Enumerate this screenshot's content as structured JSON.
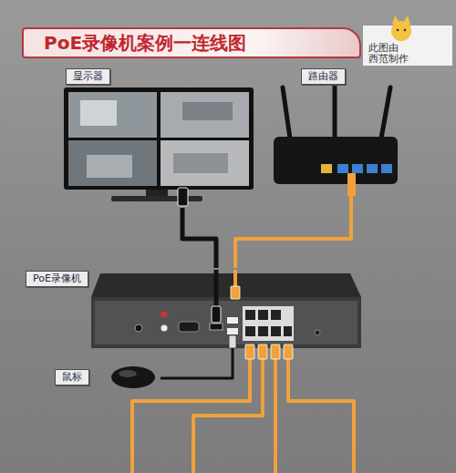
{
  "diagram": {
    "title": "PoE录像机案例一连线图",
    "nodes": [
      {
        "text": [
          "显示器"
        ]
      },
      {
        "text": [
          "路由器"
        ]
      },
      {
        "text": [
          "PoE录像机"
        ]
      },
      {
        "text": [
          "鼠标"
        ]
      }
    ],
    "edges": [
      {
        "from": 0,
        "to": 2,
        "arrow": "none"
      },
      {
        "from": 1,
        "to": 2,
        "arrow": "none"
      },
      {
        "from": 3,
        "to": 2,
        "arrow": "none"
      }
    ],
    "labels": [
      "此图由",
      "西范制作"
    ]
  }
}
